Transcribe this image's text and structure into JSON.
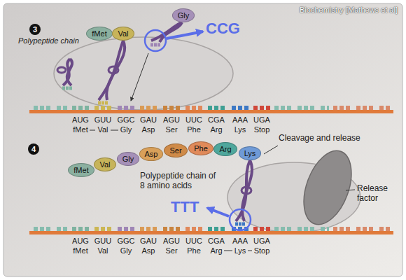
{
  "diagram": {
    "nodes": [
      {
        "text": [
          "3"
        ]
      },
      {
        "text": [
          "fMet"
        ]
      },
      {
        "text": [
          "Val"
        ]
      },
      {
        "text": [
          "Gly"
        ]
      },
      {
        "text": [
          "4"
        ]
      },
      {
        "text": [
          "fMet"
        ]
      },
      {
        "text": [
          "Val"
        ]
      },
      {
        "text": [
          "Gly"
        ]
      },
      {
        "text": [
          "Asp"
        ]
      },
      {
        "text": [
          "Ser"
        ]
      },
      {
        "text": [
          "Phe"
        ]
      },
      {
        "text": [
          "Arg"
        ]
      },
      {
        "text": [
          "Lys"
        ]
      }
    ],
    "labels": [
      "Biochemistry [Mathews et al]",
      "Polypeptide chain",
      "CCG",
      "AUG",
      "GUU",
      "GGC",
      "GAU",
      "AGU",
      "UUC",
      "CGA",
      "AAA",
      "UGA",
      "fMet",
      "Val",
      "Gly",
      "Asp",
      "Ser",
      "Phe",
      "Arg",
      "Lys",
      "Stop",
      "Polypeptide chain of 8 amino acids",
      "Cleavage and release",
      "Release factor",
      "TTT",
      "AUG",
      "GUU",
      "GGC",
      "GAU",
      "AGU",
      "UUC",
      "CGA",
      "AAA",
      "UGA",
      "fMet",
      "Val",
      "Gly",
      "Asp",
      "Ser",
      "Phe",
      "Arg",
      "Lys",
      "Stop"
    ]
  }
}
